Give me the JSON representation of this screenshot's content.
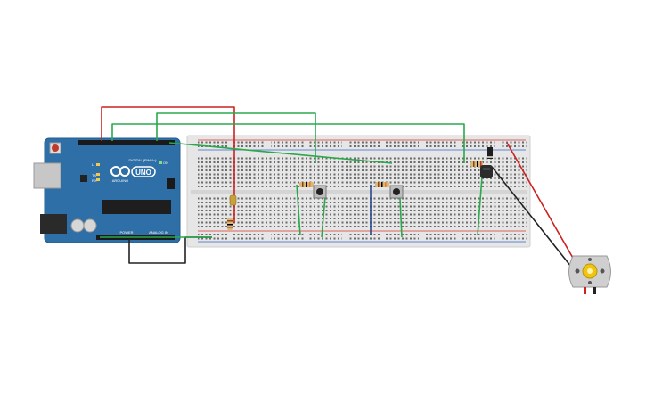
{
  "arduino": {
    "brand_text": "ARDUINO",
    "model_text": "UNO",
    "digital_label": "DIGITAL (PWM~)",
    "power_label": "POWER",
    "analog_label": "ANALOG IN",
    "tx_label": "TX",
    "rx_label": "RX",
    "l_label": "L",
    "on_label": "ON",
    "board_color": "#2f6fa7"
  },
  "breadboard": {
    "color": "#e6e6e6"
  },
  "wires": [
    {
      "name": "red-wire-5v",
      "color": "#cc2222"
    },
    {
      "name": "green-wire-pin-1",
      "color": "#2aa84a"
    },
    {
      "name": "green-wire-pin-2",
      "color": "#2aa84a"
    },
    {
      "name": "green-wire-pin-3",
      "color": "#2aa84a"
    },
    {
      "name": "black-wire-gnd",
      "color": "#222222"
    },
    {
      "name": "motor-red-lead",
      "color": "#cc2222"
    },
    {
      "name": "motor-black-lead",
      "color": "#222222"
    }
  ],
  "components": {
    "pushbuttons": [
      "pushbutton-1",
      "pushbutton-2"
    ],
    "resistors": [
      "resistor-1",
      "resistor-2",
      "resistor-3",
      "resistor-4"
    ],
    "transistor": "transistor",
    "diode": "diode",
    "motor": "dc-motor"
  }
}
